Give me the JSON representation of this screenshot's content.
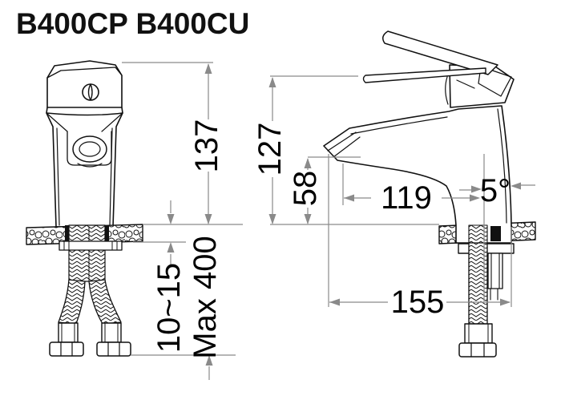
{
  "title": "B400CP B400CU",
  "views": {
    "front": {
      "dims": {
        "height": "137",
        "deck_thickness": "10~15",
        "hose_length": "Max 400"
      }
    },
    "side": {
      "dims": {
        "height": "127",
        "spout_height": "58",
        "spout_reach": "119",
        "tilt_angle": "5°",
        "depth": "155"
      }
    }
  },
  "colors": {
    "ink": "#111111",
    "dimension_line": "#8a8a8a",
    "background": "#ffffff"
  }
}
